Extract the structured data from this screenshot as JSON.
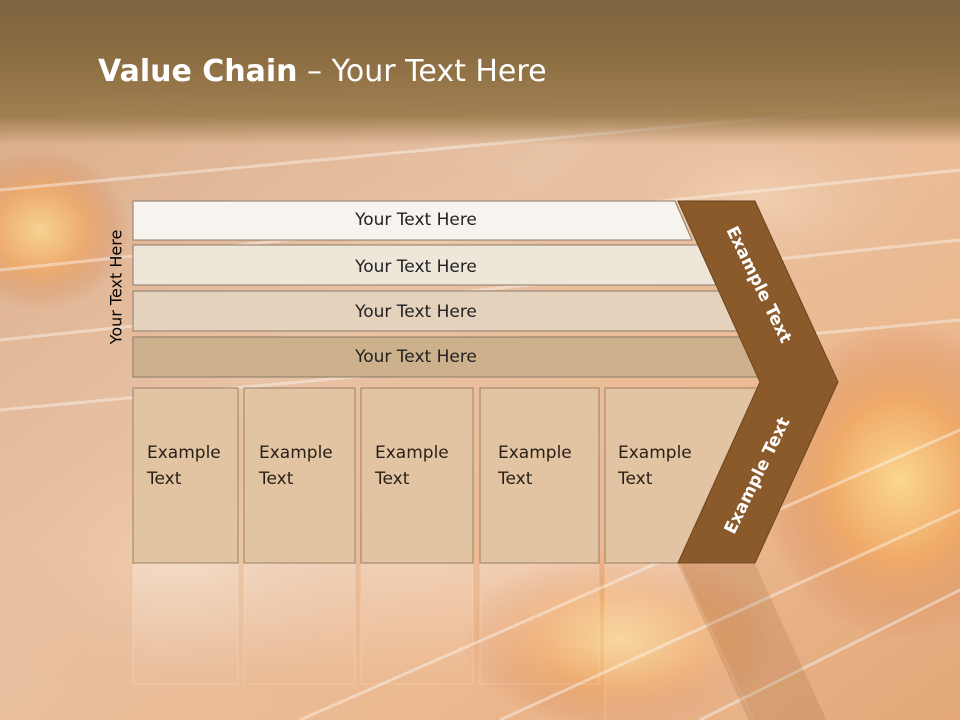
{
  "slide": {
    "title_bold": "Value Chain",
    "title_rest": " – Your Text Here",
    "side_label": "Your Text Here"
  },
  "rows": [
    {
      "label": "Your Text Here",
      "color": "#f7f3ee"
    },
    {
      "label": "Your Text Here",
      "color": "#efe6da"
    },
    {
      "label": "Your Text Here",
      "color": "#e4d2bc"
    },
    {
      "label": "Your Text Here",
      "color": "#cdb08c"
    }
  ],
  "boxes": [
    {
      "line1": "Example",
      "line2": "Text"
    },
    {
      "line1": "Example",
      "line2": "Text"
    },
    {
      "line1": "Example",
      "line2": "Text"
    },
    {
      "line1": "Example",
      "line2": "Text"
    },
    {
      "line1": "Example",
      "line2": "Text"
    }
  ],
  "chevron": {
    "top_label": "Example Text",
    "bottom_label": "Example Text",
    "color": "#8b5a2b"
  },
  "colors": {
    "box_fill": "#e2c4a2",
    "title_bar": "#8a6c42"
  }
}
